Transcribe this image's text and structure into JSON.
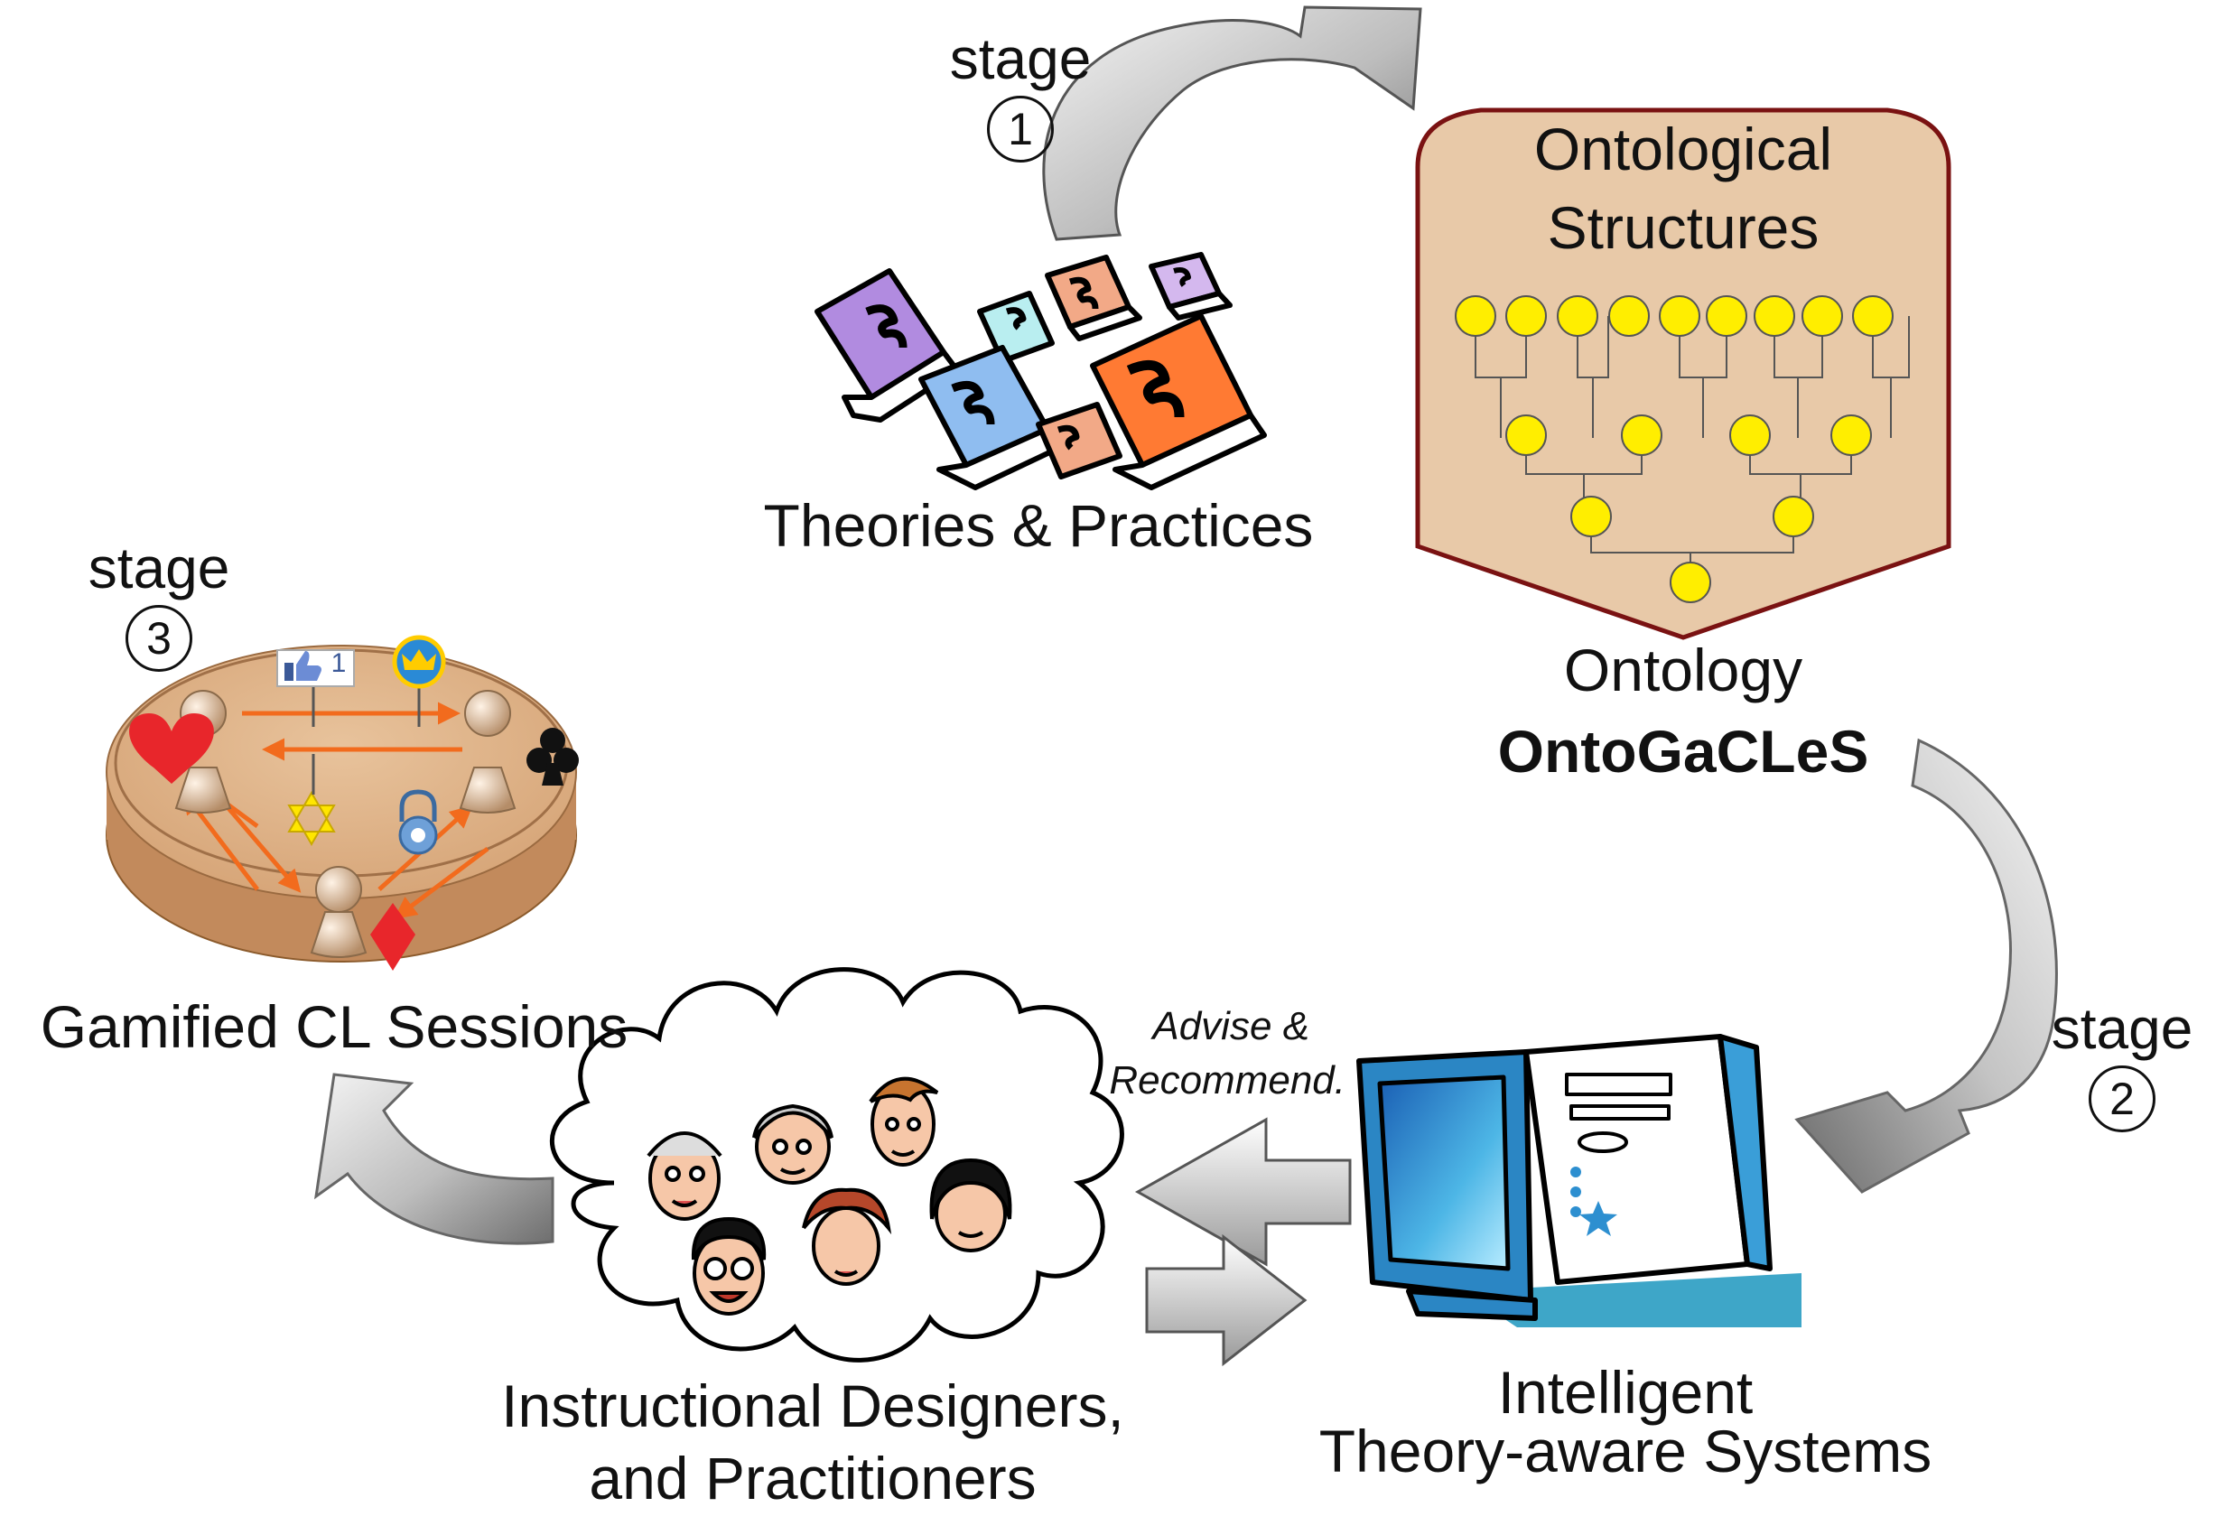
{
  "stages": [
    {
      "word": "stage",
      "number": "1"
    },
    {
      "word": "stage",
      "number": "2"
    },
    {
      "word": "stage",
      "number": "3"
    }
  ],
  "theories": {
    "label": "Theories & Practices"
  },
  "ontology": {
    "panel_title_line1": "Ontological",
    "panel_title_line2": "Structures",
    "caption_line1": "Ontology",
    "caption_line2": "OntoGaCLeS",
    "panel_fill": "#e8c9a8",
    "panel_stroke": "#7a1212",
    "node_color": "#ffee00"
  },
  "systems": {
    "line1": "Intelligent",
    "line2": "Theory-aware Systems"
  },
  "designers": {
    "line1": "Instructional Designers,",
    "line2": "and Practitioners"
  },
  "advise": {
    "line1": "Advise &",
    "line2": "Recommend."
  },
  "gamified": {
    "label": "Gamified CL Sessions",
    "like_count": "1"
  }
}
